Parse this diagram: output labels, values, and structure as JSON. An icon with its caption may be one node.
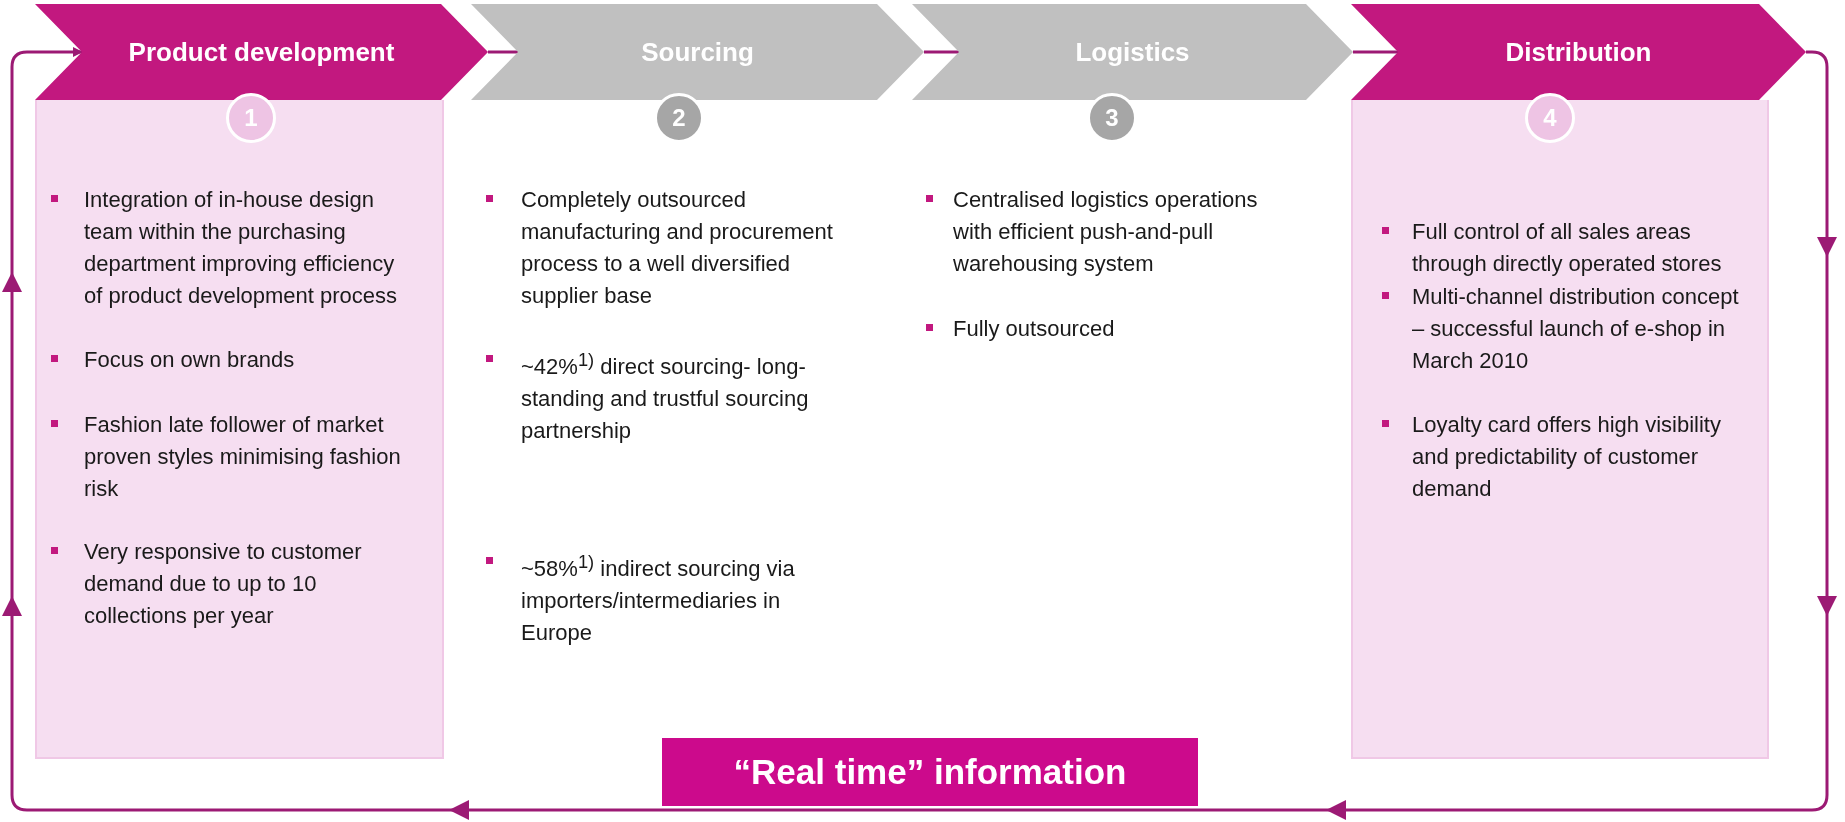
{
  "diagram": {
    "nodes": [
      {
        "text": [
          "Product development"
        ]
      },
      {
        "text": [
          "1"
        ]
      },
      {
        "text": [
          "Integration of in-house design team within the purchasing department improving efficiency of product development process",
          "Focus on own brands",
          "Fashion late follower of market proven styles minimising fashion risk",
          "Very responsive to customer demand due to up to 10 collections per year"
        ]
      },
      {
        "text": [
          "Sourcing"
        ]
      },
      {
        "text": [
          "2"
        ]
      },
      {
        "text": [
          "Completely outsourced manufacturing and procurement process to a well diversified supplier base",
          "~42%$^{1)}$ direct sourcing- long-standing and trustful sourcing partnership",
          "~58%$^{1)}$ indirect sourcing via importers/intermediaries in Europe"
        ]
      },
      {
        "text": [
          "Logistics"
        ]
      },
      {
        "text": [
          "3"
        ]
      },
      {
        "text": [
          "Centralised logistics operations with efficient push-and-pull warehousing system",
          "Fully outsourced"
        ]
      },
      {
        "text": [
          "Distribution"
        ]
      },
      {
        "text": [
          "4"
        ]
      },
      {
        "text": [
          "Full control of all sales areas through directly operated stores",
          "Multi-channel distribution concept – successful launch of e-shop in March 2010",
          "Loyalty card offers high visibility and predictability of customer demand"
        ]
      },
      {
        "text": [
          "“Real time” information"
        ]
      }
    ],
    "edges": [
      {
        "from": 0,
        "to": 3,
        "arrow": "none"
      },
      {
        "from": 3,
        "to": 6,
        "arrow": "none"
      },
      {
        "from": 6,
        "to": 9,
        "arrow": "none"
      },
      {
        "from": 9,
        "to": 0,
        "arrow": "to"
      }
    ]
  }
}
